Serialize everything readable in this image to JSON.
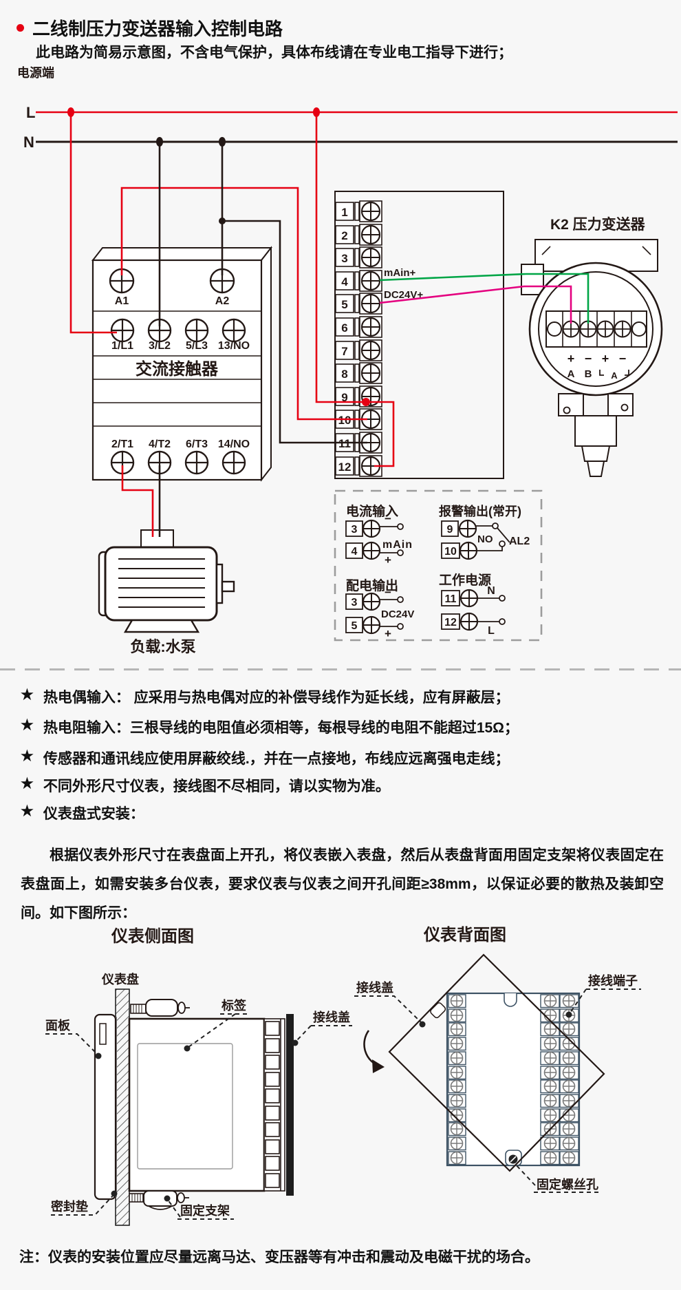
{
  "header": {
    "title": "二线制压力变送器输入控制电路",
    "subtitle": "此电路为简易示意图，不含电气保护，具体布线请在专业电工指导下进行；"
  },
  "power": {
    "label": "电源端",
    "l": "L",
    "n": "N"
  },
  "contactor": {
    "a1": "A1",
    "a2": "A2",
    "row_top": [
      "1/L1",
      "3/L2",
      "5/L3",
      "13/NO"
    ],
    "name": "交流接触器",
    "row_bottom": [
      "2/T1",
      "4/T2",
      "6/T3",
      "14/NO"
    ]
  },
  "instrument": {
    "terminals": [
      "1",
      "2",
      "3",
      "4",
      "5",
      "6",
      "7",
      "8",
      "9",
      "10",
      "11",
      "12"
    ],
    "main_plus": "mAin+",
    "dc24v_plus": "DC24V+"
  },
  "transmitter": {
    "label": "K2  压力变送器",
    "signs": [
      "+",
      "−",
      "+",
      "−"
    ],
    "a": "A",
    "b": "B",
    "meter": "A"
  },
  "load": {
    "label": "负载:水泵"
  },
  "detail": {
    "current": {
      "title": "电流输入",
      "n1": "3",
      "n2": "4",
      "minus": "−",
      "plus": "+",
      "signal": "mAin"
    },
    "alarm": {
      "title": "报警输出(常开)",
      "n1": "9",
      "n2": "10",
      "no": "NO",
      "name": "AL2"
    },
    "feed": {
      "title": "配电输出",
      "n1": "3",
      "n2": "5",
      "minus": "−",
      "plus": "+",
      "signal": "DC24V"
    },
    "work": {
      "title": "工作电源",
      "n1": "11",
      "n2": "12",
      "n": "N",
      "l": "L"
    }
  },
  "notes": {
    "star": "★",
    "items": [
      "热电偶输入： 应采用与热电偶对应的补偿导线作为延长线，应有屏蔽层；",
      "热电阻输入：三根导线的电阻值必须相等，每根导线的电阻不能超过15Ω；",
      "传感器和通讯线应使用屏蔽绞线.，并在一点接地，布线应远离强电走线；",
      "不同外形尺寸仪表，接线图不尽相同，请以实物为准。",
      "仪表盘式安装："
    ]
  },
  "install": {
    "paragraph": "根据仪表外形尺寸在表盘面上开孔，将仪表嵌入表盘，然后从表盘背面用固定支架将仪表固定在表盘面上，如需安装多台仪表，要求仪表与仪表之间开孔间距≥38mm，以保证必要的散热及装卸空间。如下图所示："
  },
  "figures": {
    "side": {
      "title": "仪表侧面图",
      "panel": "仪表盘",
      "front_panel": "面板",
      "tag": "标签",
      "wire_cover": "接线盖",
      "gasket": "密封垫",
      "bracket": "固定支架"
    },
    "back": {
      "title": "仪表背面图",
      "wire_cover": "接线盖",
      "terminal": "接线端子",
      "screw_hole": "固定螺丝孔"
    }
  },
  "footer": {
    "note": "注：仪表的安装位置应尽量远离马达、变压器等有冲击和震动及电磁干扰的场合。"
  },
  "colors": {
    "line_red": "#e60012",
    "line_black": "#231815",
    "wire_green": "#00a546",
    "wire_pink": "#e4007f",
    "back_outline": "#3d5264",
    "dash_gray": "#9c9c9c"
  }
}
